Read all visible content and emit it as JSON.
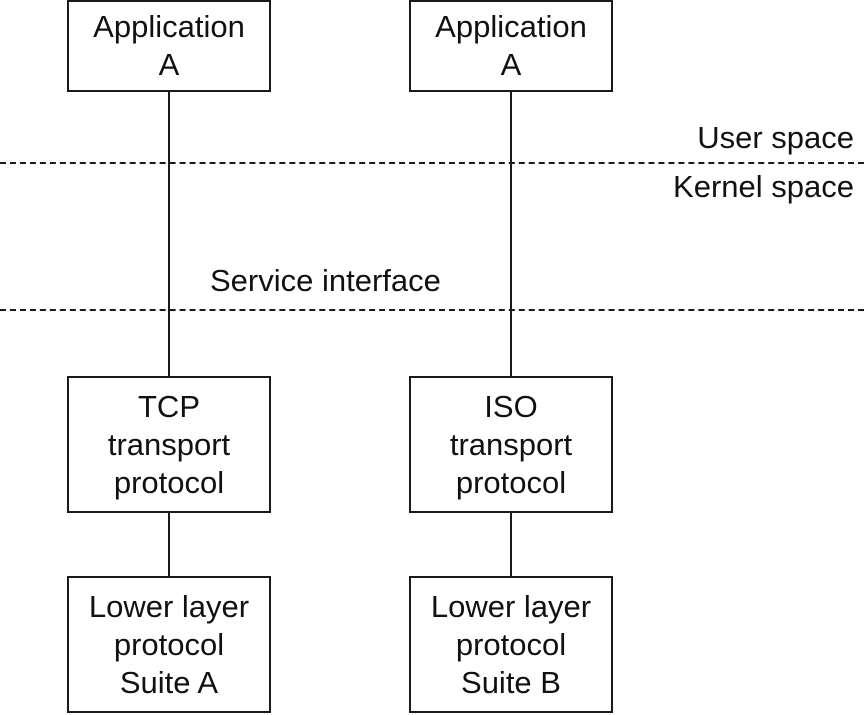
{
  "boundaries": {
    "user_space": "User space",
    "kernel_space": "Kernel space",
    "service_interface": "Service interface"
  },
  "stacks": [
    {
      "application": {
        "line1": "Application",
        "line2": "A"
      },
      "transport": {
        "line1": "TCP",
        "line2": "transport",
        "line3": "protocol"
      },
      "lower_layer": {
        "line1": "Lower layer",
        "line2": "protocol",
        "line3": "Suite A"
      }
    },
    {
      "application": {
        "line1": "Application",
        "line2": "A"
      },
      "transport": {
        "line1": "ISO",
        "line2": "transport",
        "line3": "protocol"
      },
      "lower_layer": {
        "line1": "Lower layer",
        "line2": "protocol",
        "line3": "Suite B"
      }
    }
  ]
}
